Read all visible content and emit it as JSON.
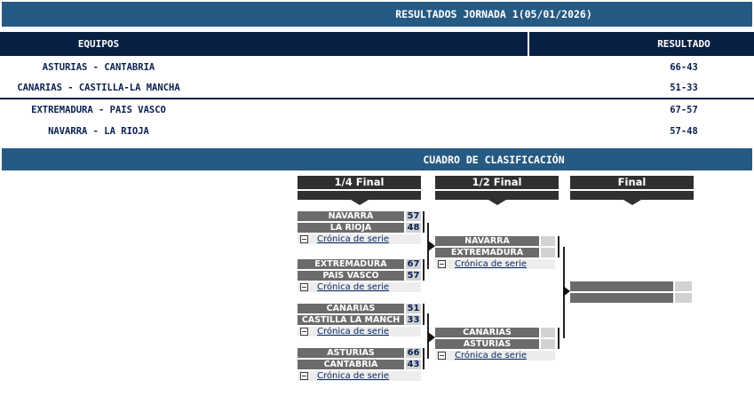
{
  "results_header": {
    "title": "RESULTADOS JORNADA 1(05/01/2026)"
  },
  "results_table": {
    "col_equipos": "EQUIPOS",
    "col_resultado": "RESULTADO",
    "rows": [
      {
        "equipos": "ASTURIAS - CANTABRIA",
        "resultado": "66-43"
      },
      {
        "equipos": "CANARIAS - CASTILLA-LA MANCHA",
        "resultado": "51-33"
      },
      {
        "equipos": "EXTREMADURA - PAIS VASCO",
        "resultado": "67-57"
      },
      {
        "equipos": "NAVARRA - LA RIOJA",
        "resultado": "57-48"
      }
    ]
  },
  "bracket_header": {
    "title": "CUADRO DE CLASIFICACIÓN"
  },
  "bracket": {
    "rounds": [
      {
        "label": "1/4 Final"
      },
      {
        "label": "1/2 Final"
      },
      {
        "label": "Final"
      }
    ],
    "link_label": "Crónica de serie",
    "quarterfinals": [
      {
        "team1": "NAVARRA",
        "score1": "57",
        "team2": "LA RIOJA",
        "score2": "48"
      },
      {
        "team1": "EXTREMADURA",
        "score1": "67",
        "team2": "PAIS VASCO",
        "score2": "57"
      },
      {
        "team1": "CANARIAS",
        "score1": "51",
        "team2": "CASTILLA LA MANCH",
        "score2": "33"
      },
      {
        "team1": "ASTURIAS",
        "score1": "66",
        "team2": "CANTABRIA",
        "score2": "43"
      }
    ],
    "semifinals": [
      {
        "team1": "NAVARRA",
        "score1": "",
        "team2": "EXTREMADURA",
        "score2": ""
      },
      {
        "team1": "CANARIAS",
        "score1": "",
        "team2": "ASTURIAS",
        "score2": ""
      }
    ],
    "final": {
      "team1": "",
      "score1": "",
      "team2": "",
      "score2": ""
    }
  },
  "icons": {
    "cronica_icon": "squared-minus-collapse",
    "round_pointer": "triangle-down",
    "bracket_arrow": "triangle-right"
  },
  "colors": {
    "banner_blue": "#275a82",
    "table_header_navy": "#0a1f44",
    "text_navy": "#0a2050",
    "round_header_dark": "#303030",
    "team_bar_gray": "#6b6b6b",
    "score_cell_gray": "#d2d2d2",
    "cronica_row_gray": "#ededed",
    "link_navy": "#0a2866"
  }
}
